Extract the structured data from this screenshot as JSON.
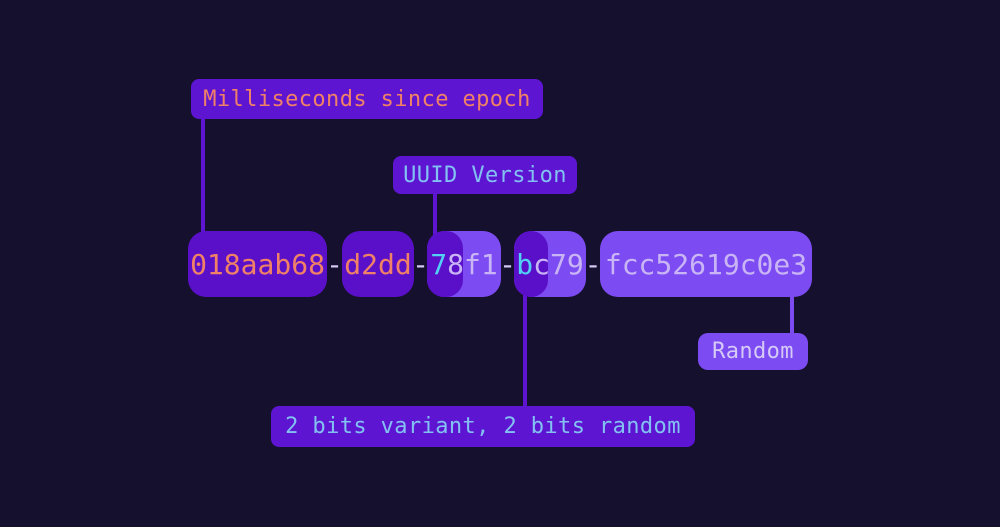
{
  "title": "UUID v7 structure diagram",
  "colors": {
    "background": "#15102d",
    "box_purple": "#5e15d1",
    "box_purple_dark": "#5a10c9",
    "box_purple_light": "#7c4bf2",
    "text_salmon": "#f08167",
    "text_lavender": "#c9b5f5",
    "text_lavender_bright": "#d6c9f7",
    "text_blue": "#82c1f2",
    "text_cyan": "#52d1f5",
    "separator_color": "#d6c9f4"
  },
  "annotations": {
    "milliseconds": "Milliseconds since epoch",
    "uuid_version": "UUID Version",
    "random": "Random",
    "variant": "2 bits variant, 2 bits random"
  },
  "uuid": {
    "full": "018aab68-d2dd-78f1-bc79-fcc52619c0e3",
    "separator": "-",
    "segments": [
      {
        "text": "018aab68",
        "style": "dark"
      },
      {
        "text": "d2dd",
        "style": "dark"
      },
      {
        "text": "78f1",
        "style": "light",
        "highlight_char": "7",
        "rest": "8f1"
      },
      {
        "text": "bc79",
        "style": "light",
        "highlight_char": "b",
        "rest": "c79"
      },
      {
        "text": "fcc52619c0e3",
        "style": "light"
      }
    ]
  }
}
